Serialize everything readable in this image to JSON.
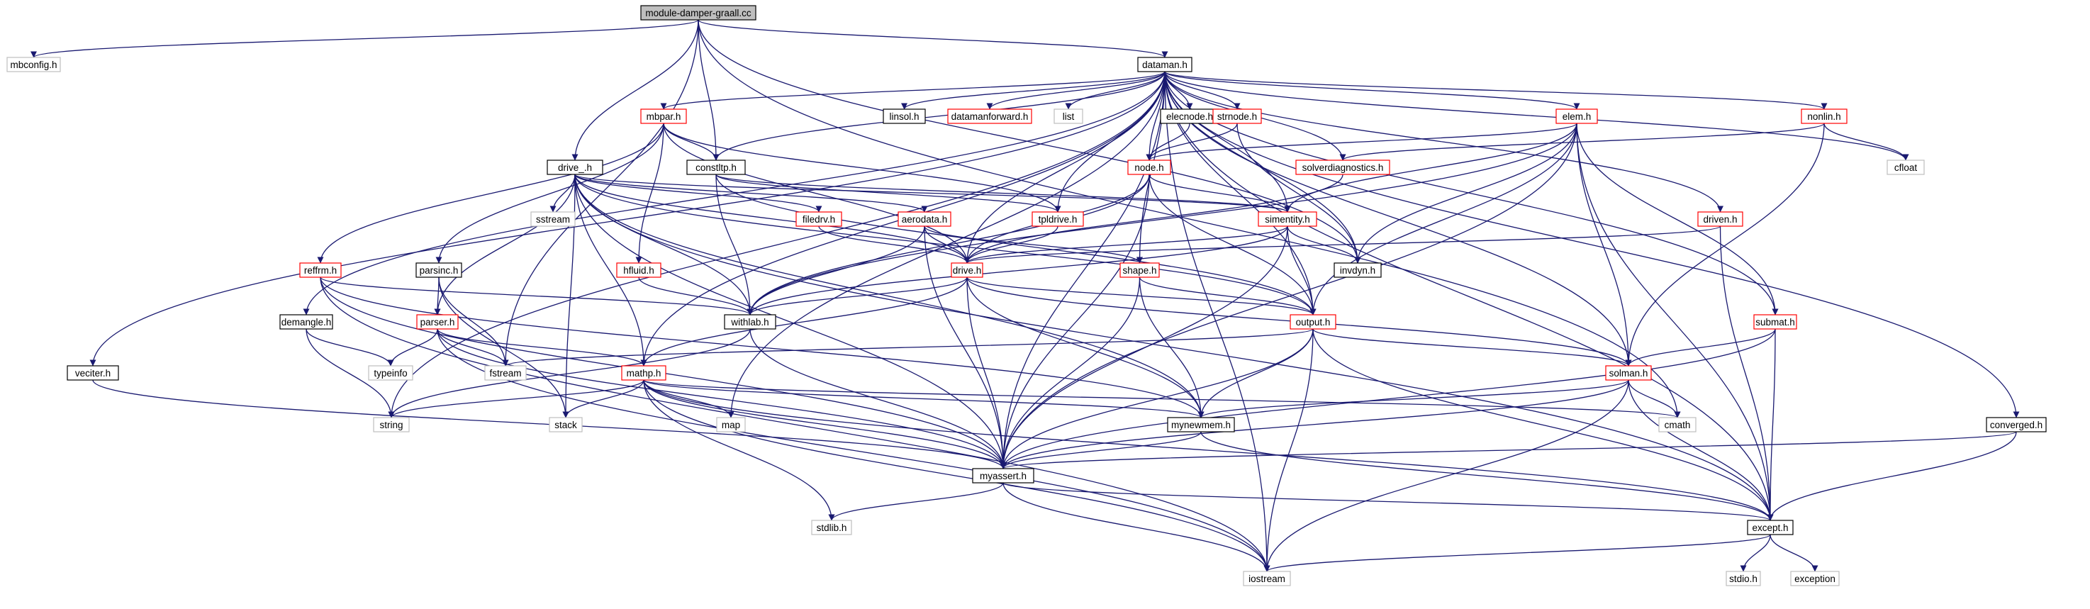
{
  "colors": {
    "edge": "#191970",
    "border_doc": "#000000",
    "border_undoc": "#ff0000",
    "border_external": "#bfbfbf",
    "root_fill": "#bfbfbf",
    "node_fill": "#ffffff"
  },
  "nodes": {
    "root": {
      "label": "module-damper-graall.cc",
      "kind": "root"
    },
    "mbconfig": {
      "label": "mbconfig.h",
      "kind": "external"
    },
    "dataman": {
      "label": "dataman.h",
      "kind": "doc"
    },
    "mbpar": {
      "label": "mbpar.h",
      "kind": "undoc"
    },
    "linsol": {
      "label": "linsol.h",
      "kind": "doc"
    },
    "datamanforward": {
      "label": "datamanforward.h",
      "kind": "undoc"
    },
    "list": {
      "label": "list",
      "kind": "external"
    },
    "elecnode": {
      "label": "elecnode.h",
      "kind": "doc"
    },
    "strnode": {
      "label": "strnode.h",
      "kind": "undoc"
    },
    "elem": {
      "label": "elem.h",
      "kind": "undoc"
    },
    "nonlin": {
      "label": "nonlin.h",
      "kind": "undoc"
    },
    "cfloat": {
      "label": "cfloat",
      "kind": "external"
    },
    "constltp": {
      "label": "constltp.h",
      "kind": "doc"
    },
    "drive_": {
      "label": "drive_.h",
      "kind": "doc"
    },
    "node": {
      "label": "node.h",
      "kind": "undoc"
    },
    "solverdiagnostics": {
      "label": "solverdiagnostics.h",
      "kind": "undoc"
    },
    "sstream": {
      "label": "sstream",
      "kind": "external"
    },
    "filedrv": {
      "label": "filedrv.h",
      "kind": "undoc"
    },
    "aerodata": {
      "label": "aerodata.h",
      "kind": "undoc"
    },
    "tpldrive": {
      "label": "tpldrive.h",
      "kind": "undoc"
    },
    "simentity": {
      "label": "simentity.h",
      "kind": "undoc"
    },
    "driven": {
      "label": "driven.h",
      "kind": "undoc"
    },
    "reffrm": {
      "label": "reffrm.h",
      "kind": "undoc"
    },
    "parsinc": {
      "label": "parsinc.h",
      "kind": "doc"
    },
    "hfluid": {
      "label": "hfluid.h",
      "kind": "undoc"
    },
    "drive": {
      "label": "drive.h",
      "kind": "undoc"
    },
    "shape": {
      "label": "shape.h",
      "kind": "undoc"
    },
    "invdyn": {
      "label": "invdyn.h",
      "kind": "doc"
    },
    "demangle": {
      "label": "demangle.h",
      "kind": "doc"
    },
    "parser": {
      "label": "parser.h",
      "kind": "undoc"
    },
    "withlab": {
      "label": "withlab.h",
      "kind": "doc"
    },
    "output": {
      "label": "output.h",
      "kind": "undoc"
    },
    "submat": {
      "label": "submat.h",
      "kind": "undoc"
    },
    "veciter": {
      "label": "veciter.h",
      "kind": "doc"
    },
    "typeinfo": {
      "label": "typeinfo",
      "kind": "external"
    },
    "fstream": {
      "label": "fstream",
      "kind": "external"
    },
    "mathp": {
      "label": "mathp.h",
      "kind": "undoc"
    },
    "solman": {
      "label": "solman.h",
      "kind": "undoc"
    },
    "string": {
      "label": "string",
      "kind": "external"
    },
    "stack": {
      "label": "stack",
      "kind": "external"
    },
    "map": {
      "label": "map",
      "kind": "external"
    },
    "mynewmem": {
      "label": "mynewmem.h",
      "kind": "doc"
    },
    "cmath": {
      "label": "cmath",
      "kind": "external"
    },
    "converged": {
      "label": "converged.h",
      "kind": "doc"
    },
    "myassert": {
      "label": "myassert.h",
      "kind": "doc"
    },
    "stdlib": {
      "label": "stdlib.h",
      "kind": "external"
    },
    "except": {
      "label": "except.h",
      "kind": "doc"
    },
    "stdio": {
      "label": "stdio.h",
      "kind": "external"
    },
    "exception": {
      "label": "exception",
      "kind": "external"
    },
    "iostream": {
      "label": "iostream",
      "kind": "external"
    }
  },
  "edges": [
    [
      "root",
      "mbconfig"
    ],
    [
      "root",
      "dataman"
    ],
    [
      "root",
      "constltp"
    ],
    [
      "root",
      "drive_"
    ],
    [
      "root",
      "fstream"
    ],
    [
      "root",
      "invdyn"
    ],
    [
      "root",
      "cmath"
    ],
    [
      "dataman",
      "mbpar"
    ],
    [
      "dataman",
      "linsol"
    ],
    [
      "dataman",
      "datamanforward"
    ],
    [
      "dataman",
      "list"
    ],
    [
      "dataman",
      "elecnode"
    ],
    [
      "dataman",
      "strnode"
    ],
    [
      "dataman",
      "elem"
    ],
    [
      "dataman",
      "nonlin"
    ],
    [
      "dataman",
      "cfloat"
    ],
    [
      "dataman",
      "constltp"
    ],
    [
      "dataman",
      "node"
    ],
    [
      "dataman",
      "solverdiagnostics"
    ],
    [
      "dataman",
      "tpldrive"
    ],
    [
      "dataman",
      "simentity"
    ],
    [
      "dataman",
      "driven"
    ],
    [
      "dataman",
      "drive"
    ],
    [
      "dataman",
      "shape"
    ],
    [
      "dataman",
      "invdyn"
    ],
    [
      "dataman",
      "demangle"
    ],
    [
      "dataman",
      "output"
    ],
    [
      "dataman",
      "submat"
    ],
    [
      "dataman",
      "veciter"
    ],
    [
      "dataman",
      "mathp"
    ],
    [
      "dataman",
      "solman"
    ],
    [
      "dataman",
      "string"
    ],
    [
      "dataman",
      "converged"
    ],
    [
      "dataman",
      "myassert"
    ],
    [
      "dataman",
      "except"
    ],
    [
      "dataman",
      "iostream"
    ],
    [
      "dataman",
      "map"
    ],
    [
      "mbpar",
      "constltp"
    ],
    [
      "mbpar",
      "reffrm"
    ],
    [
      "mbpar",
      "parsinc"
    ],
    [
      "mbpar",
      "hfluid"
    ],
    [
      "mbpar",
      "drive"
    ],
    [
      "mbpar",
      "tpldrive"
    ],
    [
      "drive_",
      "sstream"
    ],
    [
      "drive_",
      "filedrv"
    ],
    [
      "drive_",
      "aerodata"
    ],
    [
      "drive_",
      "simentity"
    ],
    [
      "drive_",
      "parser"
    ],
    [
      "drive_",
      "withlab"
    ],
    [
      "drive_",
      "mathp"
    ],
    [
      "drive_",
      "stack"
    ],
    [
      "drive_",
      "myassert"
    ],
    [
      "drive_",
      "mynewmem"
    ],
    [
      "drive_",
      "except"
    ],
    [
      "drive_",
      "output"
    ],
    [
      "drive_",
      "drive"
    ],
    [
      "constltp",
      "withlab"
    ],
    [
      "constltp",
      "tpldrive"
    ],
    [
      "constltp",
      "simentity"
    ],
    [
      "constltp",
      "output"
    ],
    [
      "elecnode",
      "node"
    ],
    [
      "strnode",
      "node"
    ],
    [
      "strnode",
      "invdyn"
    ],
    [
      "elem",
      "node"
    ],
    [
      "elem",
      "simentity"
    ],
    [
      "elem",
      "invdyn"
    ],
    [
      "elem",
      "output"
    ],
    [
      "elem",
      "solman"
    ],
    [
      "elem",
      "submat"
    ],
    [
      "elem",
      "myassert"
    ],
    [
      "elem",
      "withlab"
    ],
    [
      "elem",
      "except"
    ],
    [
      "nonlin",
      "solverdiagnostics"
    ],
    [
      "nonlin",
      "solman"
    ],
    [
      "nonlin",
      "cfloat"
    ],
    [
      "node",
      "simentity"
    ],
    [
      "node",
      "drive"
    ],
    [
      "node",
      "output"
    ],
    [
      "node",
      "myassert"
    ],
    [
      "node",
      "withlab"
    ],
    [
      "solverdiagnostics",
      "drive"
    ],
    [
      "filedrv",
      "drive"
    ],
    [
      "aerodata",
      "drive"
    ],
    [
      "aerodata",
      "shape"
    ],
    [
      "aerodata",
      "withlab"
    ],
    [
      "aerodata",
      "myassert"
    ],
    [
      "tpldrive",
      "drive"
    ],
    [
      "simentity",
      "drive"
    ],
    [
      "simentity",
      "invdyn"
    ],
    [
      "simentity",
      "output"
    ],
    [
      "simentity",
      "myassert"
    ],
    [
      "simentity",
      "withlab"
    ],
    [
      "driven",
      "drive"
    ],
    [
      "driven",
      "except"
    ],
    [
      "reffrm",
      "withlab"
    ],
    [
      "reffrm",
      "mynewmem"
    ],
    [
      "reffrm",
      "myassert"
    ],
    [
      "reffrm",
      "iostream"
    ],
    [
      "parsinc",
      "parser"
    ],
    [
      "parsinc",
      "fstream"
    ],
    [
      "parsinc",
      "stack"
    ],
    [
      "hfluid",
      "withlab"
    ],
    [
      "drive",
      "withlab"
    ],
    [
      "drive",
      "mathp"
    ],
    [
      "drive",
      "output"
    ],
    [
      "drive",
      "mynewmem"
    ],
    [
      "drive",
      "myassert"
    ],
    [
      "drive",
      "solman"
    ],
    [
      "shape",
      "output"
    ],
    [
      "shape",
      "mynewmem"
    ],
    [
      "shape",
      "myassert"
    ],
    [
      "demangle",
      "typeinfo"
    ],
    [
      "demangle",
      "string"
    ],
    [
      "parser",
      "typeinfo"
    ],
    [
      "parser",
      "fstream"
    ],
    [
      "parser",
      "mathp"
    ],
    [
      "parser",
      "myassert"
    ],
    [
      "parser",
      "iostream"
    ],
    [
      "withlab",
      "string"
    ],
    [
      "withlab",
      "myassert"
    ],
    [
      "output",
      "fstream"
    ],
    [
      "output",
      "solman"
    ],
    [
      "output",
      "mynewmem"
    ],
    [
      "output",
      "myassert"
    ],
    [
      "output",
      "except"
    ],
    [
      "output",
      "iostream"
    ],
    [
      "submat",
      "solman"
    ],
    [
      "submat",
      "myassert"
    ],
    [
      "submat",
      "except"
    ],
    [
      "veciter",
      "myassert"
    ],
    [
      "mathp",
      "string"
    ],
    [
      "mathp",
      "stack"
    ],
    [
      "mathp",
      "map"
    ],
    [
      "mathp",
      "mynewmem"
    ],
    [
      "mathp",
      "cmath"
    ],
    [
      "mathp",
      "myassert"
    ],
    [
      "mathp",
      "except"
    ],
    [
      "mathp",
      "stdlib"
    ],
    [
      "mathp",
      "iostream"
    ],
    [
      "solman",
      "mynewmem"
    ],
    [
      "solman",
      "cmath"
    ],
    [
      "solman",
      "myassert"
    ],
    [
      "solman",
      "except"
    ],
    [
      "solman",
      "iostream"
    ],
    [
      "mynewmem",
      "myassert"
    ],
    [
      "mynewmem",
      "except"
    ],
    [
      "converged",
      "myassert"
    ],
    [
      "converged",
      "except"
    ],
    [
      "myassert",
      "except"
    ],
    [
      "myassert",
      "stdlib"
    ],
    [
      "myassert",
      "iostream"
    ],
    [
      "except",
      "stdio"
    ],
    [
      "except",
      "exception"
    ],
    [
      "except",
      "iostream"
    ]
  ]
}
